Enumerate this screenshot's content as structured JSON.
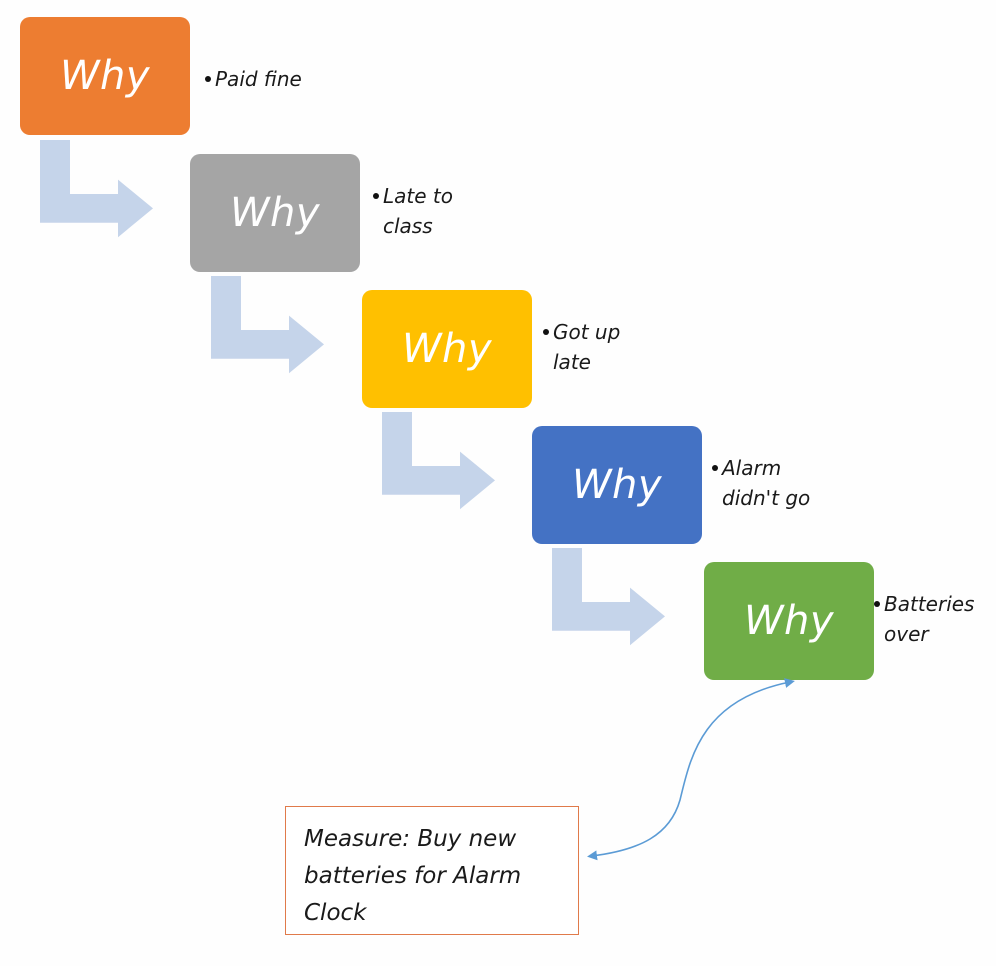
{
  "steps": [
    {
      "label": "Why",
      "reason": "Paid fine",
      "color": "#ed7d31"
    },
    {
      "label": "Why",
      "reason": "Late to class",
      "color": "#a5a5a5"
    },
    {
      "label": "Why",
      "reason": "Got up late",
      "color": "#ffc000"
    },
    {
      "label": "Why",
      "reason": "Alarm didn't go",
      "color": "#4472c4"
    },
    {
      "label": "Why",
      "reason": "Batteries over",
      "color": "#70ad47"
    }
  ],
  "measure": {
    "text": "Measure: Buy new\nbatteries for Alarm\nClock",
    "border_color": "#e07a4a"
  },
  "arrow_color": "#c5d4ea",
  "connector_color": "#5b9bd5"
}
